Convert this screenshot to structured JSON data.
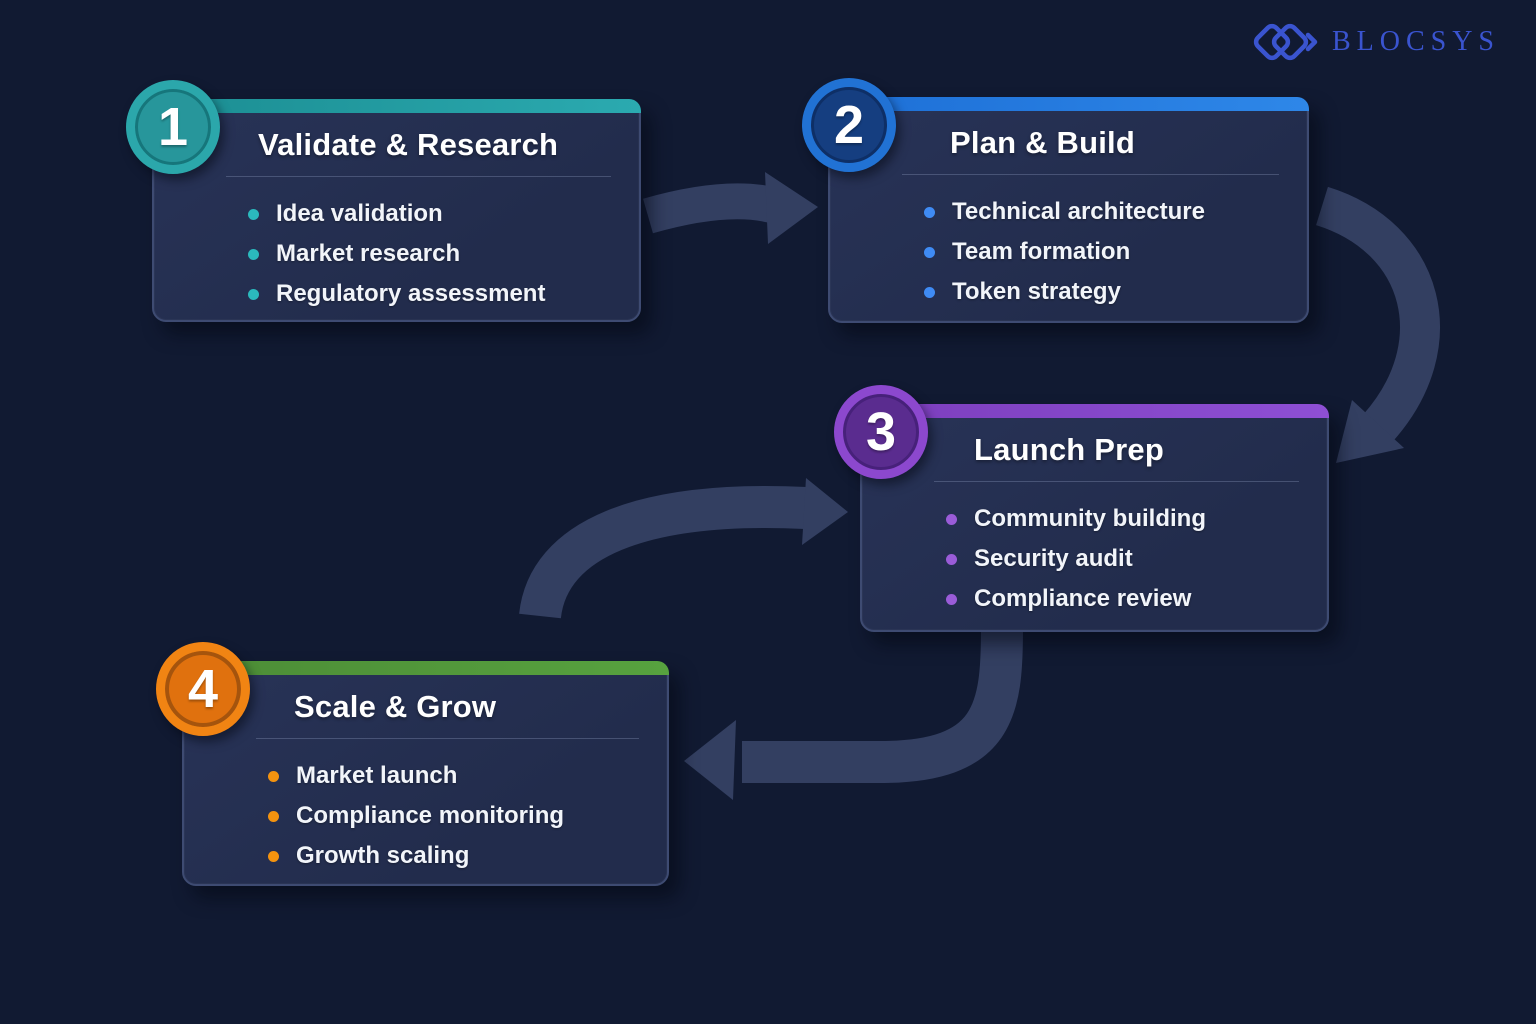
{
  "logo": {
    "text": "BLOCSYS",
    "color": "#3a54cf",
    "icon": "interlocked-diamonds-chevron"
  },
  "background_color": "#111a32",
  "arrow_color": "#333f61",
  "steps": [
    {
      "number": "1",
      "title": "Validate & Research",
      "accent_color": "#2baab0",
      "bullet_color": "#2bb9bd",
      "items": [
        "Idea validation",
        "Market research",
        "Regulatory assessment"
      ]
    },
    {
      "number": "2",
      "title": "Plan & Build",
      "accent_color": "#2e87e8",
      "bullet_color": "#3f8bf4",
      "items": [
        "Technical architecture",
        "Team formation",
        "Token strategy"
      ]
    },
    {
      "number": "3",
      "title": "Launch Prep",
      "accent_color": "#8e4fd4",
      "bullet_color": "#9a5cd8",
      "items": [
        "Community building",
        "Security audit",
        "Compliance review"
      ]
    },
    {
      "number": "4",
      "title": "Scale & Grow",
      "accent_color": "#57a23f",
      "bullet_color": "#f4930f",
      "items": [
        "Market launch",
        "Compliance monitoring",
        "Growth scaling"
      ]
    }
  ]
}
